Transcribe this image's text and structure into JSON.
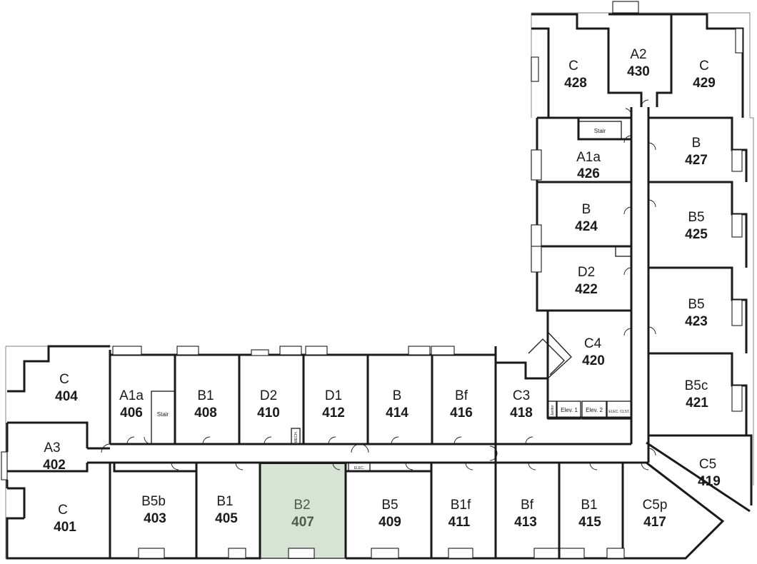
{
  "colors": {
    "highlight": "#d7e3d5",
    "wall": "#1a1a1a",
    "outline": "#9a9a9a"
  },
  "rooms": [
    {
      "type": "C",
      "number": "404"
    },
    {
      "type": "A1a",
      "number": "406"
    },
    {
      "type": "B1",
      "number": "408"
    },
    {
      "type": "D2",
      "number": "410"
    },
    {
      "type": "D1",
      "number": "412"
    },
    {
      "type": "B",
      "number": "414"
    },
    {
      "type": "Bf",
      "number": "416"
    },
    {
      "type": "C3",
      "number": "418"
    },
    {
      "type": "A3",
      "number": "402"
    },
    {
      "type": "C",
      "number": "401"
    },
    {
      "type": "B5b",
      "number": "403"
    },
    {
      "type": "B1",
      "number": "405"
    },
    {
      "type": "B2",
      "number": "407",
      "highlighted": true
    },
    {
      "type": "B5",
      "number": "409"
    },
    {
      "type": "B1f",
      "number": "411"
    },
    {
      "type": "Bf",
      "number": "413"
    },
    {
      "type": "B1",
      "number": "415"
    },
    {
      "type": "C5p",
      "number": "417"
    },
    {
      "type": "C5",
      "number": "419"
    },
    {
      "type": "C4",
      "number": "420"
    },
    {
      "type": "B5c",
      "number": "421"
    },
    {
      "type": "D2",
      "number": "422"
    },
    {
      "type": "B5",
      "number": "423"
    },
    {
      "type": "B",
      "number": "424"
    },
    {
      "type": "B5",
      "number": "425"
    },
    {
      "type": "A1a",
      "number": "426"
    },
    {
      "type": "B",
      "number": "427"
    },
    {
      "type": "C",
      "number": "428"
    },
    {
      "type": "C",
      "number": "429"
    },
    {
      "type": "A2",
      "number": "430"
    }
  ],
  "utility": {
    "stair_406": "Stair",
    "stair_426": "Stair",
    "elev1": "Elev. 1",
    "elev2": "Elev. 2",
    "elec_clst": "ELEC. CLST.",
    "elec": "ELEC.",
    "mech": "MECH.",
    "janitor": "Janitor"
  }
}
